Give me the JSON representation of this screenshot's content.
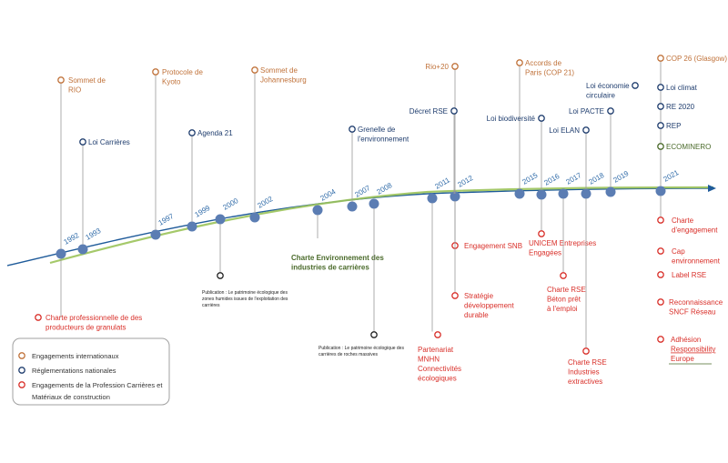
{
  "colors": {
    "international": "#c0723a",
    "national": "#1f3d6e",
    "profession": "#d9302a",
    "node": "#5b7db3",
    "curve_blue": "#1f5b9a",
    "curve_green": "#9bc35a",
    "year_text": "#2e6aa8",
    "green_text": "#4a6a2a",
    "legend_border": "#a0a0a0"
  },
  "years": [
    "1992",
    "1993",
    "1997",
    "1999",
    "2000",
    "2002",
    "2004",
    "2007",
    "2008",
    "2011",
    "2012",
    "2015",
    "2016",
    "2017",
    "2018",
    "2019",
    "2021"
  ],
  "events_above": [
    {
      "lines": [
        "Sommet de",
        "RIO"
      ],
      "category": "international"
    },
    {
      "lines": [
        "Loi Carrières"
      ],
      "category": "national"
    },
    {
      "lines": [
        "Protocole de",
        "Kyoto"
      ],
      "category": "international"
    },
    {
      "lines": [
        "Agenda 21"
      ],
      "category": "national"
    },
    {
      "lines": [
        "Sommet de",
        "Johannesburg"
      ],
      "category": "international"
    },
    {
      "lines": [
        "Grenelle de",
        "l'environnement"
      ],
      "category": "national"
    },
    {
      "lines": [
        "Rio+20"
      ],
      "category": "international"
    },
    {
      "lines": [
        "Décret RSE"
      ],
      "category": "national"
    },
    {
      "lines": [
        "Accords de",
        "Paris (COP 21)"
      ],
      "category": "international"
    },
    {
      "lines": [
        "Loi biodiversité"
      ],
      "category": "national"
    },
    {
      "lines": [
        "Loi ELAN"
      ],
      "category": "national"
    },
    {
      "lines": [
        "Loi PACTE"
      ],
      "category": "national"
    },
    {
      "lines": [
        "Loi économie",
        "circulaire"
      ],
      "category": "national"
    },
    {
      "lines": [
        "COP 26 (Glasgow)"
      ],
      "category": "international"
    },
    {
      "lines": [
        "Loi climat"
      ],
      "category": "national"
    },
    {
      "lines": [
        "RE 2020"
      ],
      "category": "national"
    },
    {
      "lines": [
        "REP"
      ],
      "category": "national"
    },
    {
      "lines": [
        "ECOMINERO"
      ],
      "category": "ecominero"
    }
  ],
  "events_below": [
    {
      "lines": [
        "Charte professionnelle de des",
        "producteurs de granulats"
      ],
      "category": "profession"
    },
    {
      "lines": [
        "Publication : Le patrimoine écologique des",
        "zones humides issues de l'exploitation des",
        "carrières"
      ],
      "category": "publication"
    },
    {
      "lines": [
        "Charte Environnement des",
        "industries de carrières"
      ],
      "category": "charte_env"
    },
    {
      "lines": [
        "Publication : Le patrimoine écologique des",
        "carrières de roches massives"
      ],
      "category": "publication"
    },
    {
      "lines": [
        "Partenariat",
        "MNHN",
        "Connectivités",
        "écologiques"
      ],
      "category": "profession"
    },
    {
      "lines": [
        "Engagement SNB"
      ],
      "category": "profession"
    },
    {
      "lines": [
        "Stratégie",
        "développement",
        "durable"
      ],
      "category": "profession"
    },
    {
      "lines": [
        "UNICEM Entreprises",
        "Engagées"
      ],
      "category": "profession"
    },
    {
      "lines": [
        "Charte RSE",
        "Béton prêt",
        "à l'emploi"
      ],
      "category": "profession"
    },
    {
      "lines": [
        "Charte RSE",
        "Industries",
        "extractives"
      ],
      "category": "profession"
    },
    {
      "lines": [
        "Charte",
        "d'engagement"
      ],
      "category": "profession"
    },
    {
      "lines": [
        "Cap",
        "environnement"
      ],
      "category": "profession"
    },
    {
      "lines": [
        "Label RSE"
      ],
      "category": "profession"
    },
    {
      "lines": [
        "Reconnaissance",
        "SNCF Réseau"
      ],
      "category": "profession"
    },
    {
      "lines": [
        "Adhésion",
        "Responsibility",
        "Europe"
      ],
      "category": "profession"
    }
  ],
  "legend": {
    "items": [
      {
        "lines": [
          "Engagements internationaux"
        ],
        "category": "international"
      },
      {
        "lines": [
          "Réglementations nationales"
        ],
        "category": "national"
      },
      {
        "lines": [
          "Engagements de la Profession Carrières et",
          "Matériaux de construction"
        ],
        "category": "profession"
      }
    ]
  }
}
